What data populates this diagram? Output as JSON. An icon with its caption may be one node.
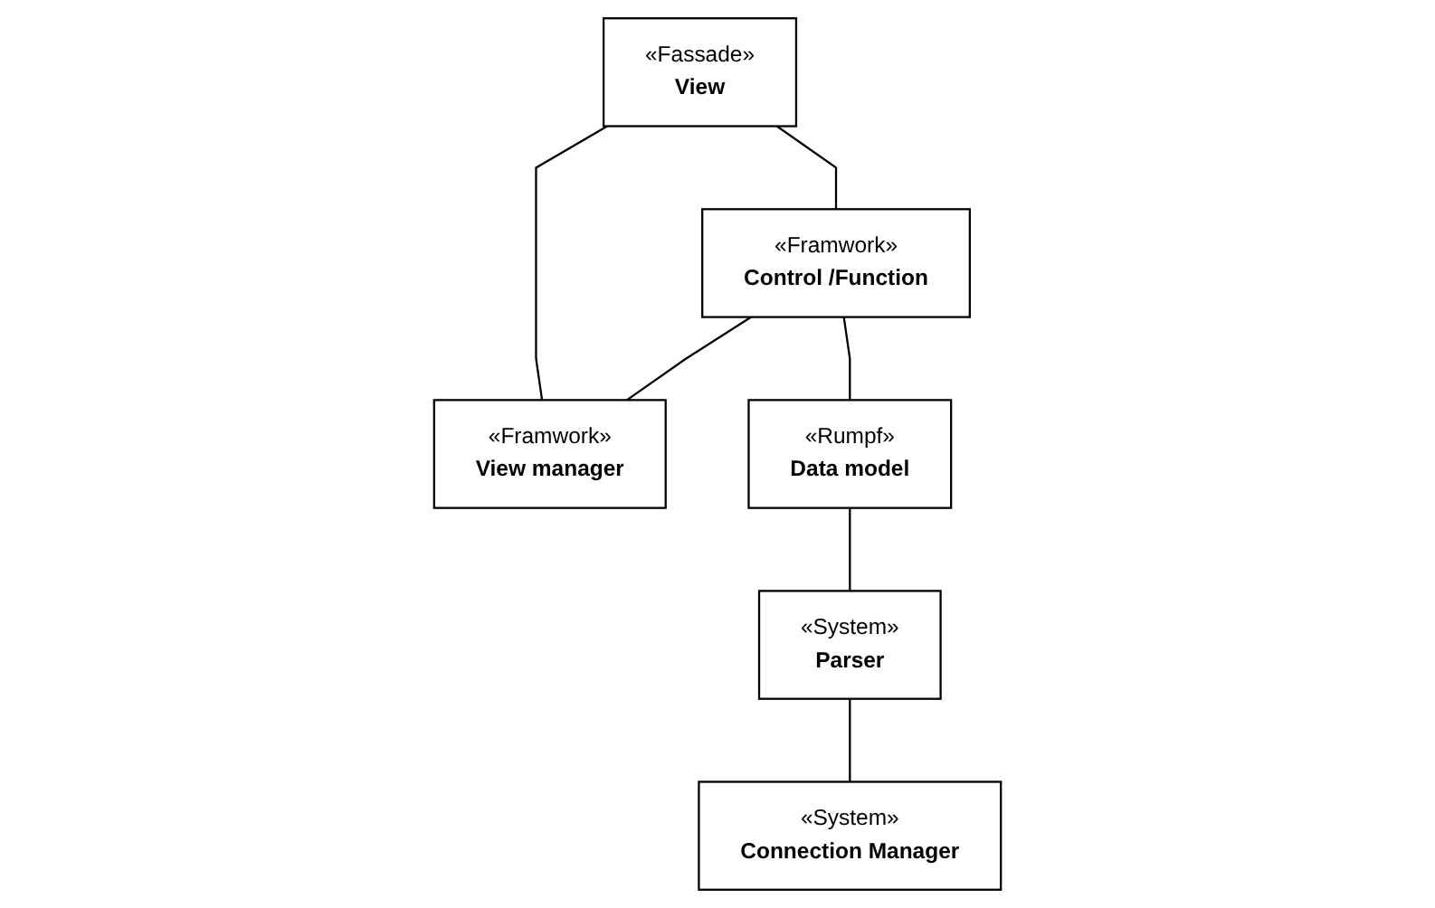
{
  "diagram": {
    "nodes": [
      {
        "text": [
          "«Fassade»",
          "View"
        ]
      },
      {
        "text": [
          "«Framwork»",
          "Control /Function"
        ]
      },
      {
        "text": [
          "«Framwork»",
          "View manager"
        ]
      },
      {
        "text": [
          "«Rumpf»",
          "Data model"
        ]
      },
      {
        "text": [
          "«System»",
          "Parser"
        ]
      },
      {
        "text": [
          "«System»",
          "Connection Manager"
        ]
      }
    ],
    "edges": [
      {
        "from": 0,
        "to": 1,
        "arrow": "none"
      },
      {
        "from": 0,
        "to": 2,
        "arrow": "none"
      },
      {
        "from": 1,
        "to": 2,
        "arrow": "none"
      },
      {
        "from": 1,
        "to": 3,
        "arrow": "none"
      },
      {
        "from": 3,
        "to": 4,
        "arrow": "none"
      },
      {
        "from": 4,
        "to": 5,
        "arrow": "none"
      }
    ]
  }
}
